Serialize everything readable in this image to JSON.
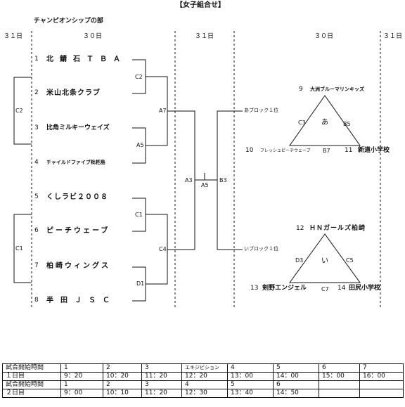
{
  "header": {
    "title": "【女子組合せ】",
    "section": "チャンピオンシップの部"
  },
  "days": {
    "d31_left": "３１日",
    "d30_left": "３０日",
    "d31_mid": "３１日",
    "d30_right": "３０日",
    "d31_right": "３１日"
  },
  "bracket": {
    "teams": [
      {
        "num": "1",
        "name": "北鯖石ＴＢＡ"
      },
      {
        "num": "2",
        "name": "米山北条クラブ"
      },
      {
        "num": "3",
        "name": "比角ミルキーウェイズ"
      },
      {
        "num": "4",
        "name": "チャイルドファイブ枇杷島"
      },
      {
        "num": "5",
        "name": "くしラビ２００８"
      },
      {
        "num": "6",
        "name": "ピーチウェーブ"
      },
      {
        "num": "7",
        "name": "柏崎ウィングス"
      },
      {
        "num": "8",
        "name": "半田ＪＳＣ"
      }
    ],
    "games": {
      "c2_right": "C2",
      "a5_right": "A5",
      "a7": "A7",
      "c1_right": "C1",
      "d1": "D1",
      "c4": "C4",
      "c2_left": "C2",
      "c1_left": "C1",
      "a3": "A3",
      "a5_final": "A5",
      "b3": "B3"
    },
    "block_labels": {
      "a_first": "あブロック１位",
      "i_first": "いブロック１位"
    }
  },
  "league_a": {
    "center": "あ",
    "top": {
      "num": "9",
      "name": "大洲ブルーマリンキッズ"
    },
    "left": {
      "num": "10",
      "name": "フレッシュピーチウェーブ"
    },
    "right": {
      "num": "11",
      "name": "新道小学校"
    },
    "games": {
      "left": "C3",
      "right": "B5",
      "bottom": "B7"
    }
  },
  "league_i": {
    "center": "い",
    "top": {
      "num": "12",
      "name": "ＨＮガールズ柏崎"
    },
    "left": {
      "num": "13",
      "name": "剣野エンジェル"
    },
    "right": {
      "num": "14",
      "name": "田尻小学校"
    },
    "games": {
      "left": "D3",
      "right": "C5",
      "bottom": "C7"
    }
  },
  "schedule": {
    "label_header": "試合開始時間",
    "day1_label": "１日目",
    "day2_label": "２日目",
    "day1_headers": [
      "1",
      "2",
      "3",
      "エキジビション",
      "4",
      "5",
      "6",
      "7"
    ],
    "day1_times": [
      "9：20",
      "10：20",
      "11：20",
      "12：20",
      "13：00",
      "14：00",
      "15：00",
      "16：00"
    ],
    "day2_headers": [
      "1",
      "2",
      "3",
      "4",
      "5",
      "6",
      "",
      ""
    ],
    "day2_times": [
      "9：00",
      "10：10",
      "11：20",
      "12：30",
      "13：40",
      "14：50",
      "",
      ""
    ]
  }
}
